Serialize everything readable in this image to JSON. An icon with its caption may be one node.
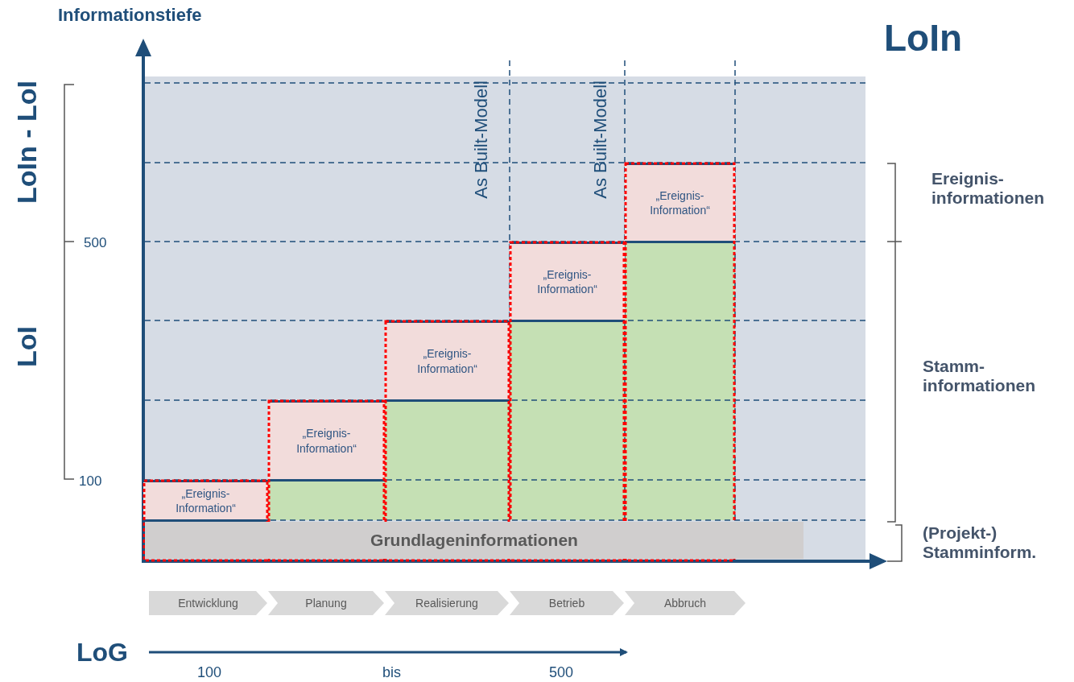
{
  "diagram": {
    "title": "LoIn",
    "nodes": [
      {
        "text": [
          "„Ereignis- Information“"
        ]
      },
      {
        "text": [
          "„Ereignis- Information“"
        ]
      },
      {
        "text": [
          "„Ereignis- Information“"
        ]
      },
      {
        "text": [
          "„Ereignis- Information“"
        ]
      },
      {
        "text": [
          "„Ereignis- Information“"
        ]
      },
      {
        "text": [
          "Grundlageninformationen"
        ]
      },
      {
        "text": [
          "Entwicklung"
        ]
      },
      {
        "text": [
          "Planung"
        ]
      },
      {
        "text": [
          "Realisierung"
        ]
      },
      {
        "text": [
          "Betrieb"
        ]
      },
      {
        "text": [
          "Abbruch"
        ]
      }
    ],
    "labels": [
      "Informationstiefe",
      "LoIn - LoI",
      "500",
      "LoI",
      "100",
      "As Built-Modell",
      "As Built-Modell",
      "Ereignis- informationen",
      "Stamm- informationen",
      "(Projekt-) Stamminform.",
      "LoG",
      "100",
      "bis",
      "500"
    ]
  }
}
